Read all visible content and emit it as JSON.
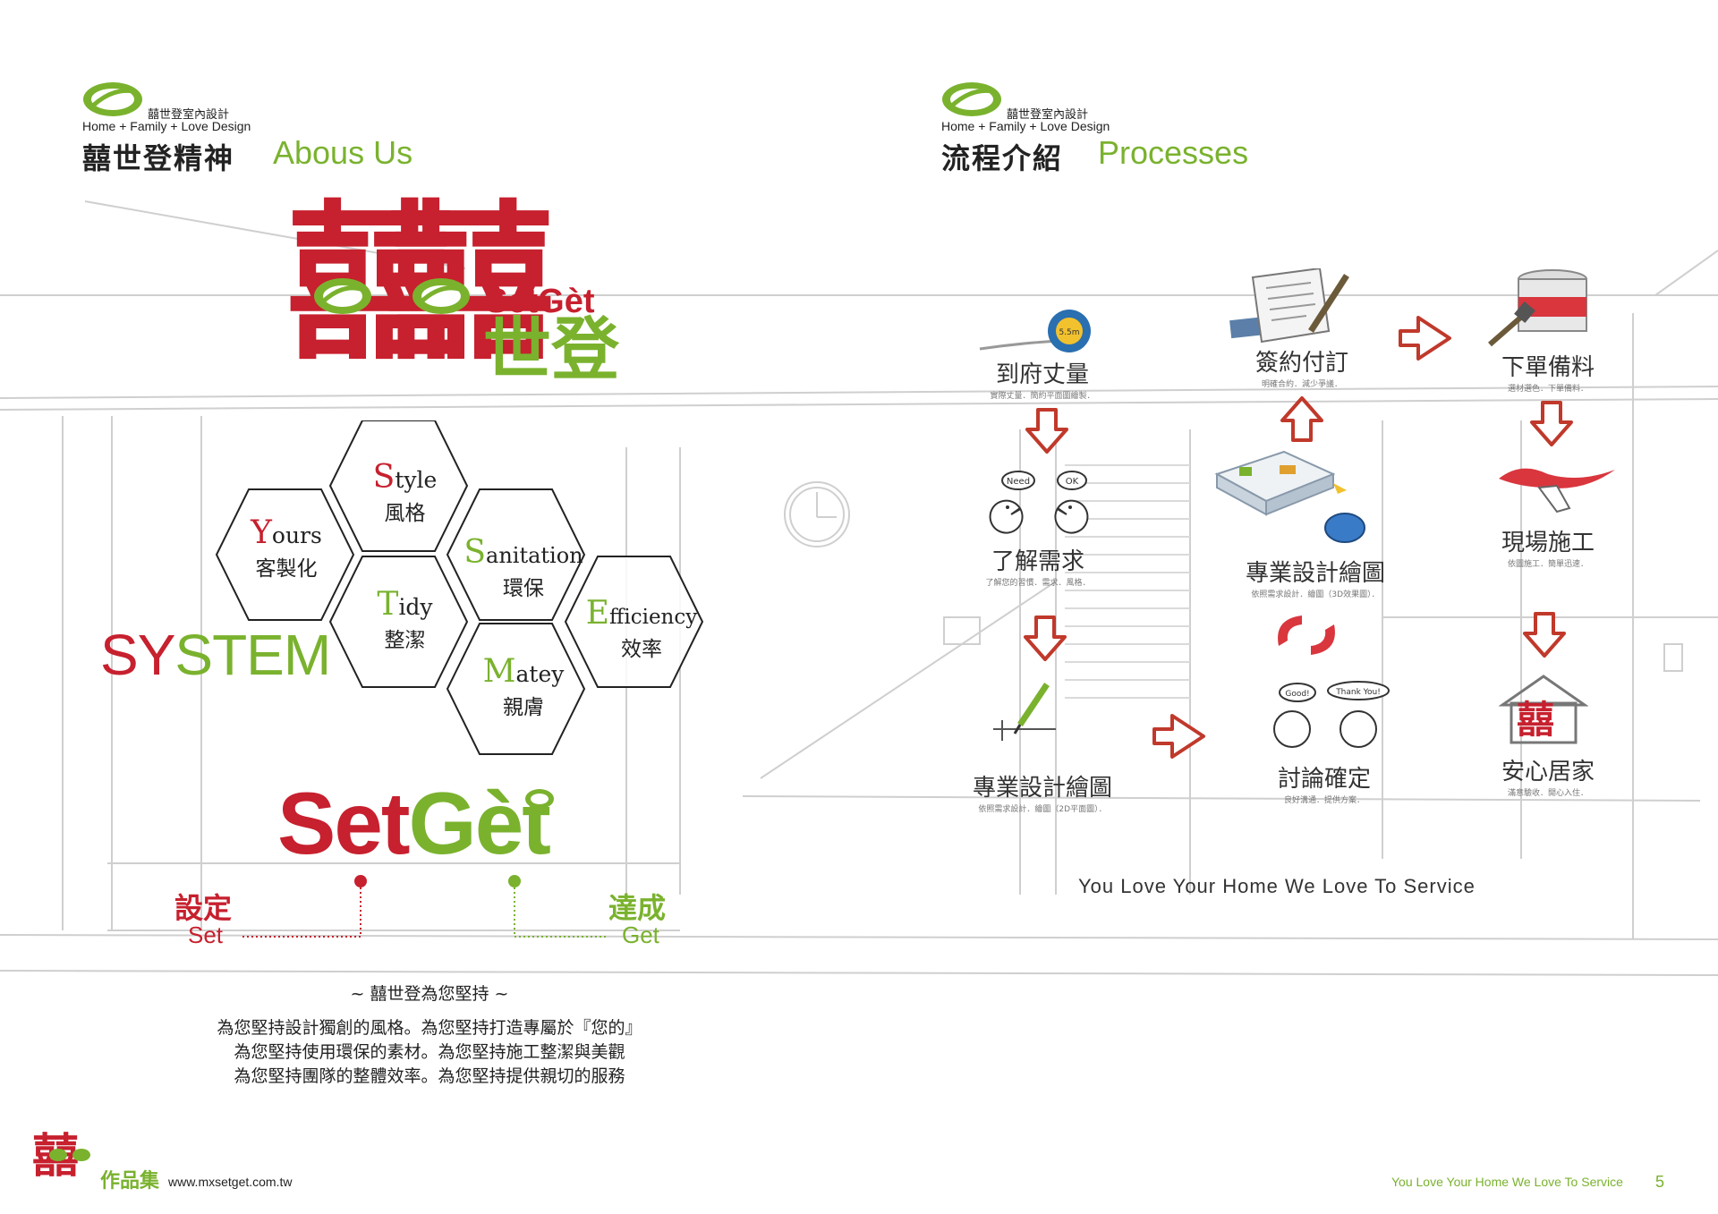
{
  "brand": {
    "name_small": "囍世登室內設計",
    "tagline": "Home + Family + Love Design"
  },
  "left_page": {
    "title_cn": "囍世登精神",
    "title_en": "Abous Us",
    "logo": {
      "big_char": "囍",
      "setget": "SetGèt",
      "shideng": "世登"
    },
    "system_label": {
      "sy": "SY",
      "stem": "STEM"
    },
    "hexagons": [
      {
        "initial": "S",
        "rest": "tyle",
        "cn": "風格"
      },
      {
        "initial": "Y",
        "rest": "ours",
        "cn": "客製化"
      },
      {
        "initial": "S",
        "rest": "anitation",
        "cn": "環保"
      },
      {
        "initial": "T",
        "rest": "idy",
        "cn": "整潔"
      },
      {
        "initial": "E",
        "rest": "fficiency",
        "cn": "效率"
      },
      {
        "initial": "M",
        "rest": "atey",
        "cn": "親膚"
      }
    ],
    "setget": {
      "set": "Set",
      "get": "Gèt",
      "set_cn": "設定",
      "set_en": "Set",
      "get_cn": "達成",
      "get_en": "Get"
    },
    "intro": {
      "heading": "~ 囍世登為您堅持 ~",
      "lines": [
        "為您堅持設計獨創的風格。為您堅持打造專屬於『您的』",
        "為您堅持使用環保的素材。為您堅持施工整潔與美觀",
        "為您堅持團隊的整體效率。為您堅持提供親切的服務"
      ]
    },
    "footer": {
      "label": "作品集",
      "url": "www.mxsetget.com.tw"
    }
  },
  "right_page": {
    "title_cn": "流程介紹",
    "title_en": "Processes",
    "steps": [
      {
        "title": "到府丈量",
        "sub": "實際丈量．簡約平面圖繪製．"
      },
      {
        "title": "了解需求",
        "sub": "了解您的習慣．需求．風格．"
      },
      {
        "title": "專業設計繪圖",
        "sub": "依照需求設計．繪圖（2D平面圖）．"
      },
      {
        "title": "討論確定",
        "sub": "良好溝通．提供方案．"
      },
      {
        "title": "專業設計繪圖",
        "sub": "依照需求設計．繪圖（3D效果圖）．"
      },
      {
        "title": "簽約付訂",
        "sub": "明確合約．減少爭議．"
      },
      {
        "title": "下單備料",
        "sub": "選材選色．下單備料．"
      },
      {
        "title": "現場施工",
        "sub": "依圖施工．簡單迅速．"
      },
      {
        "title": "安心居家",
        "sub": "滿意驗收．開心入住．"
      }
    ],
    "bubbles": {
      "need": "Need",
      "ok": "OK",
      "good": "Good!",
      "thanks": "Thank You!"
    },
    "tape_label": "5.5m",
    "slogan": "You Love Your Home We Love To Service",
    "footer": {
      "slogan": "You Love Your Home We Love To Service",
      "page_number": "5"
    }
  },
  "colors": {
    "red": "#c7202e",
    "green": "#7ab22e",
    "arrow": "#c0392b",
    "sketch": "#c8c8c8"
  }
}
